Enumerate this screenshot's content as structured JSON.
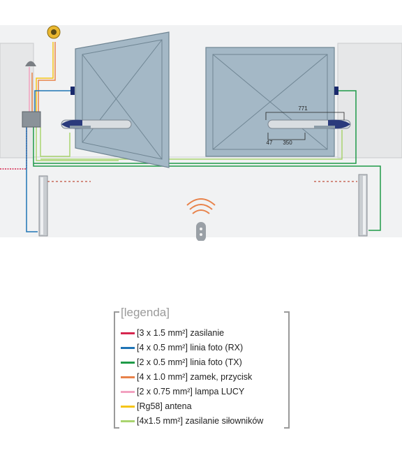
{
  "dimensions": {
    "d771": "771",
    "d47": "47",
    "d350": "350"
  },
  "legend": {
    "title": "[legenda]",
    "items": [
      {
        "color": "#d6264f",
        "label": "[3 x 1.5 mm²] zasilanie"
      },
      {
        "color": "#1f74b5",
        "label": "[4 x 0.5 mm²] linia foto (RX)"
      },
      {
        "color": "#1f9a48",
        "label": "[2 x 0.5 mm²] linia foto (TX)"
      },
      {
        "color": "#e8824a",
        "label": "[4 x 1.0 mm²] zamek, przycisk"
      },
      {
        "color": "#f2a2c0",
        "label": "[2 x 0.75 mm²] lampa LUCY"
      },
      {
        "color": "#f5c518",
        "label": "[Rg58] antena"
      },
      {
        "color": "#a9d46f",
        "label": "[4x1.5 mm²] zasilanie siłowników"
      }
    ]
  },
  "colors": {
    "ground": "#f1f2f3",
    "gate": "#a4b8c6",
    "pillar": "#e6e7e8"
  }
}
